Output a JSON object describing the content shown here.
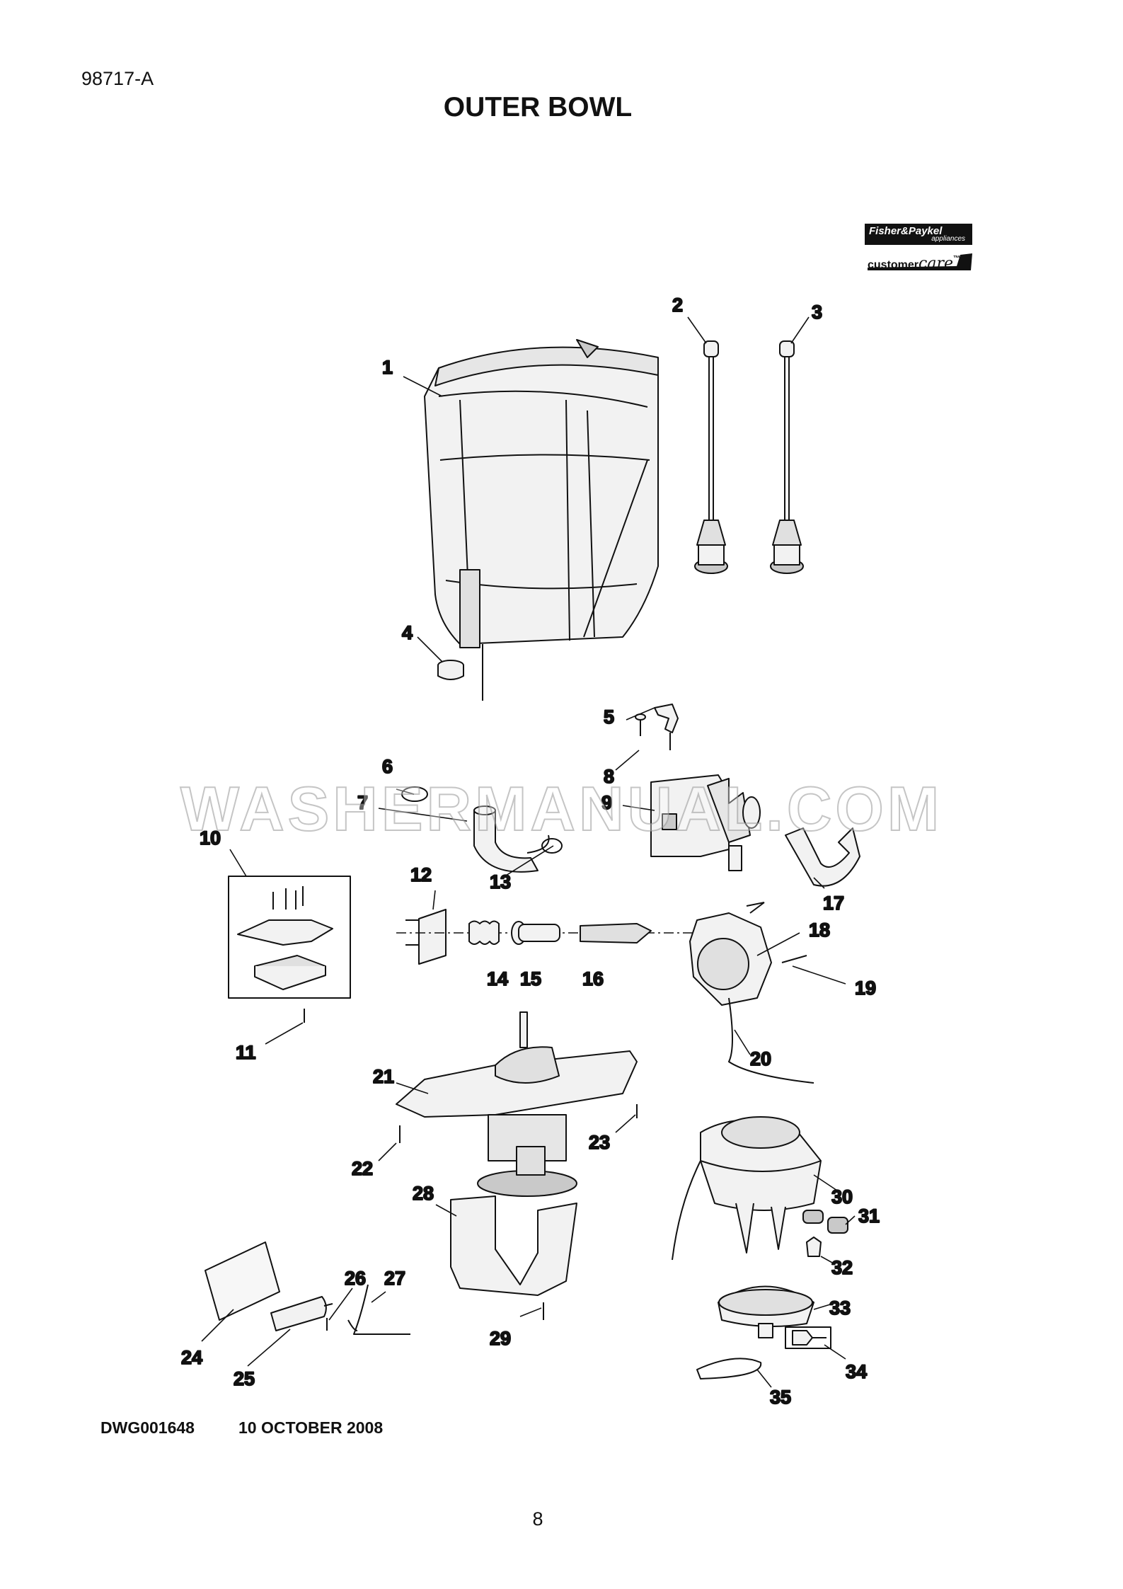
{
  "header": {
    "doc_id": "98717-A",
    "title": "OUTER BOWL"
  },
  "brand": {
    "logo_main": "Fisher&Paykel",
    "logo_sub": "appliances",
    "care_prefix": "customer",
    "care_suffix": "care",
    "care_mark": "™"
  },
  "watermark": "WASHERMANUAL.COM",
  "callouts": [
    "1",
    "2",
    "3",
    "4",
    "5",
    "6",
    "7",
    "8",
    "9",
    "10",
    "11",
    "12",
    "13",
    "14",
    "15",
    "16",
    "17",
    "18",
    "19",
    "20",
    "21",
    "22",
    "23",
    "24",
    "25",
    "26",
    "27",
    "28",
    "29",
    "30",
    "31",
    "32",
    "33",
    "34",
    "35"
  ],
  "footer": {
    "drawing_no": "DWG001648",
    "date": "10 OCTOBER 2008"
  },
  "page_number": "8",
  "colors": {
    "ink": "#111111",
    "part_fill": "#f2f2f2",
    "part_shade": "#c9c9c9",
    "background": "#ffffff"
  }
}
